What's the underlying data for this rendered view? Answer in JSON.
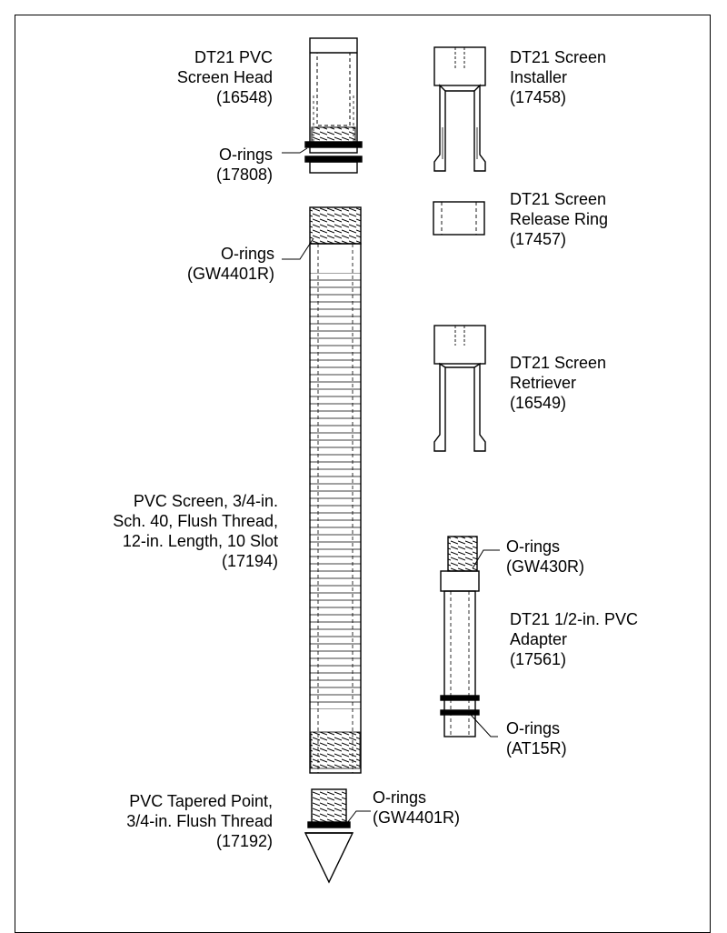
{
  "labels": {
    "screen_head": [
      "DT21 PVC",
      "Screen Head",
      "(16548)"
    ],
    "head_orings": [
      "O-rings",
      "(17808)"
    ],
    "screen_orings": [
      "O-rings",
      "(GW4401R)"
    ],
    "pvc_screen": [
      "PVC Screen, 3/4-in.",
      "Sch. 40, Flush Thread,",
      "12-in. Length, 10 Slot",
      "(17194)"
    ],
    "tapered_point": [
      "PVC Tapered Point,",
      "3/4-in. Flush Thread",
      "(17192)"
    ],
    "point_orings": [
      "O-rings",
      "(GW4401R)"
    ],
    "installer": [
      "DT21 Screen",
      "Installer",
      "(17458)"
    ],
    "release_ring": [
      "DT21 Screen",
      "Release Ring",
      "(17457)"
    ],
    "retriever": [
      "DT21 Screen",
      "Retriever",
      "(16549)"
    ],
    "adapter_top_orings": [
      "O-rings",
      "(GW430R)"
    ],
    "adapter": [
      "DT21 1/2-in. PVC",
      "Adapter",
      "(17561)"
    ],
    "adapter_bottom_orings": [
      "O-rings",
      "(AT15R)"
    ]
  },
  "colors": {
    "line": "#000000",
    "hidden": "#444444",
    "background": "#ffffff"
  }
}
